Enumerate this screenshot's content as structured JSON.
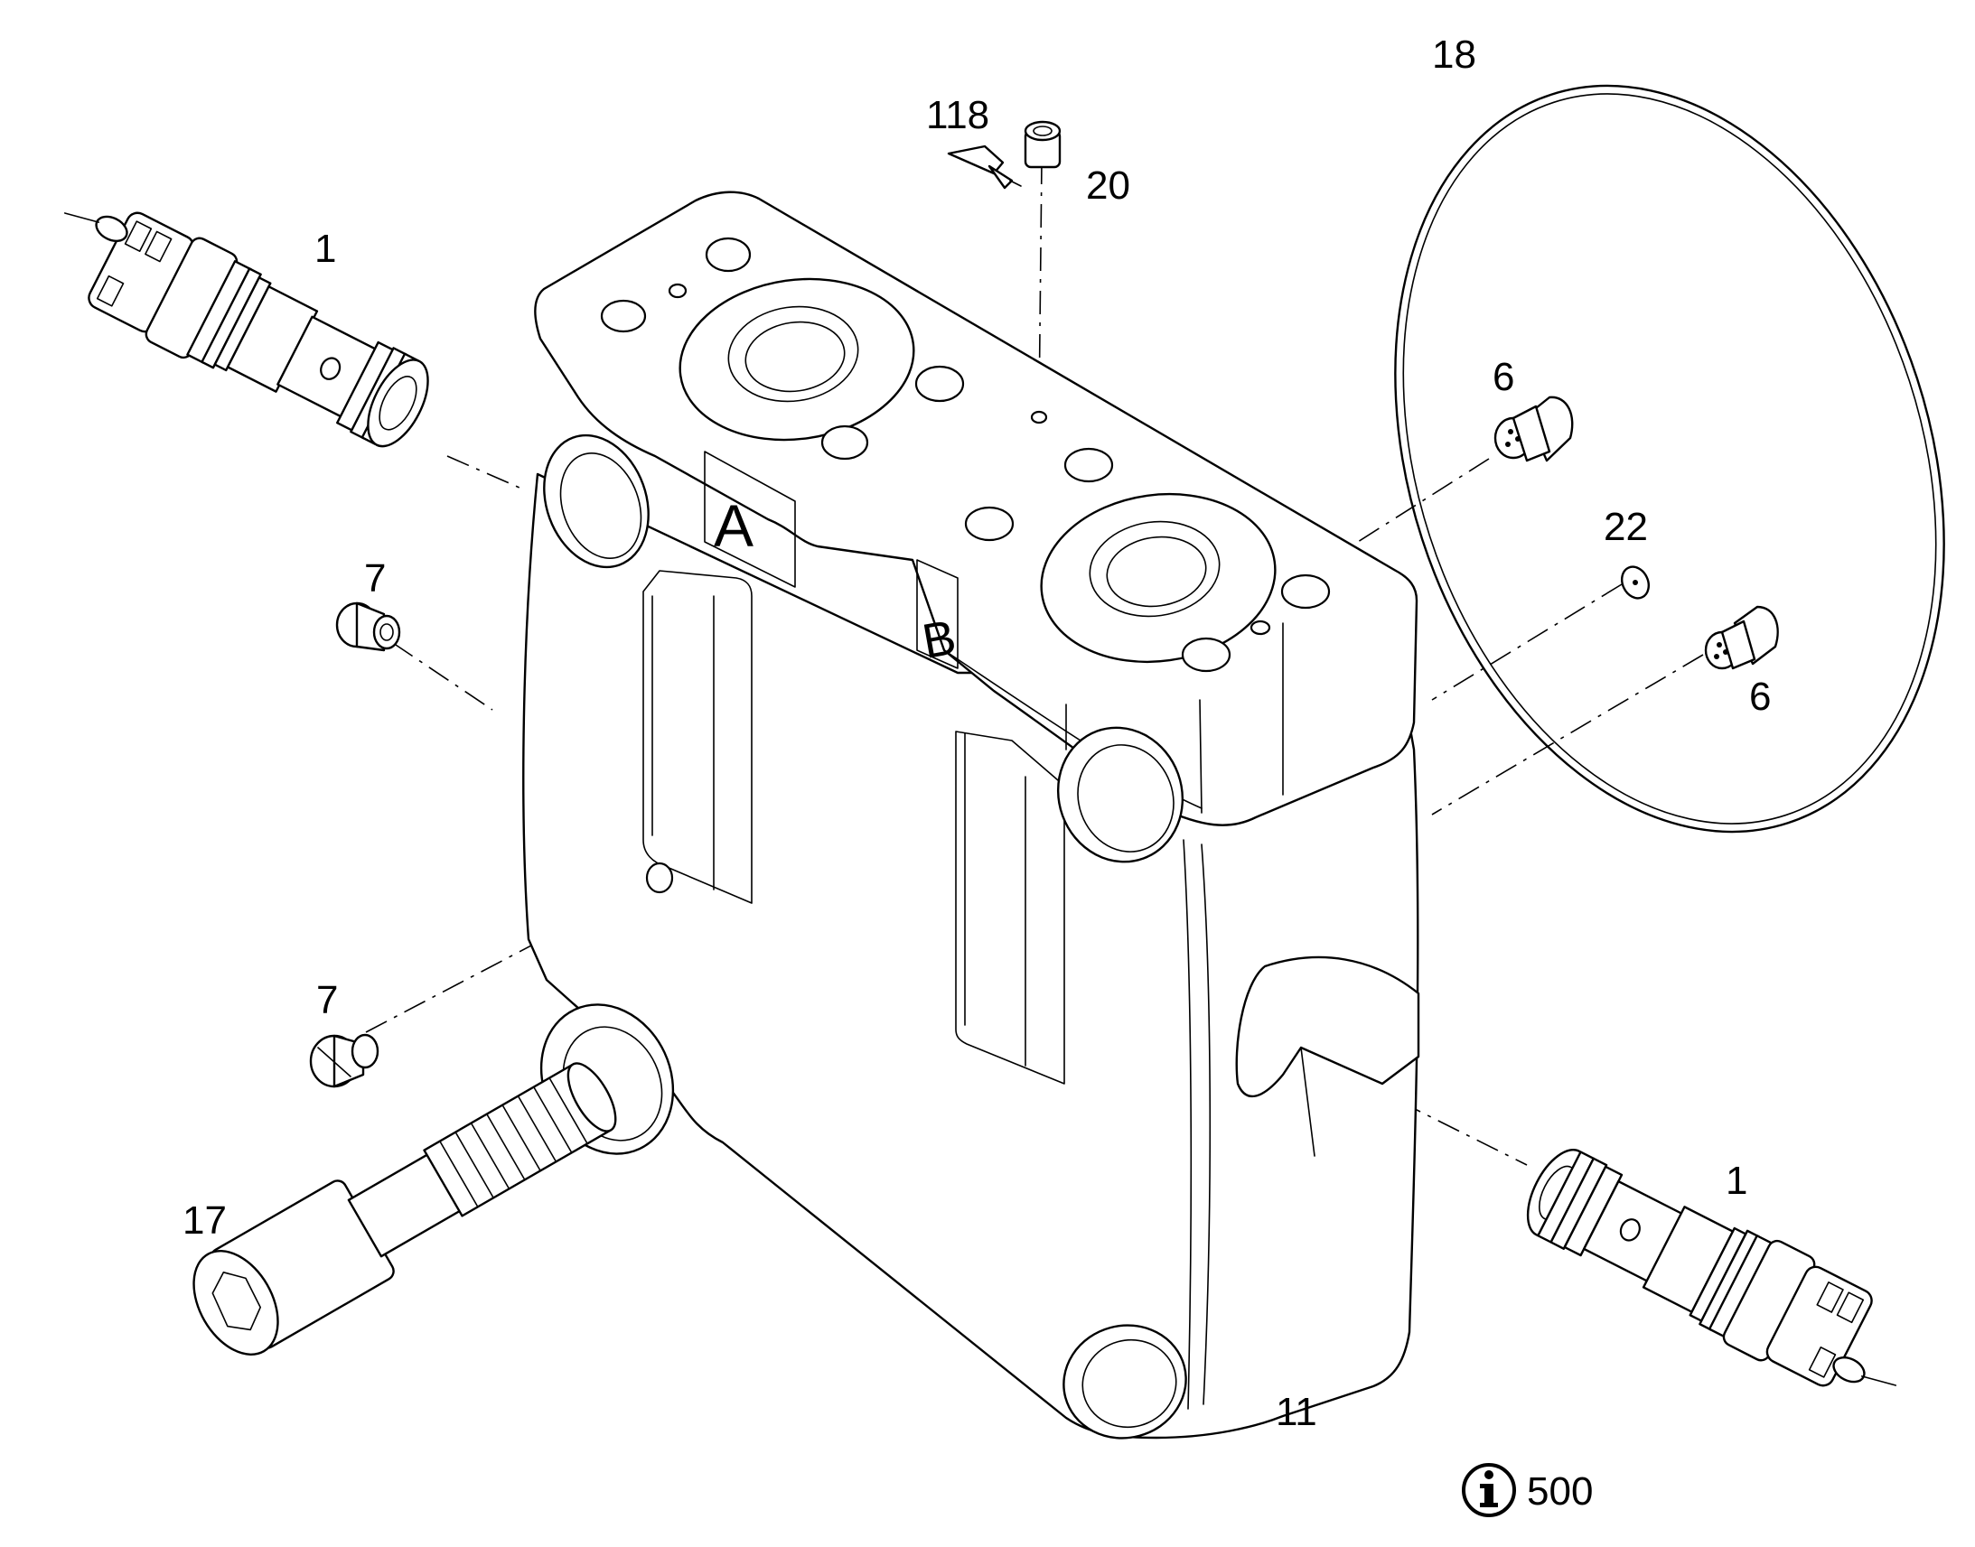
{
  "stamps": {
    "port_a": "A",
    "port_b": "B"
  },
  "callouts": {
    "c18": "18",
    "c118": "118",
    "c20": "20",
    "c1_top": "1",
    "c6_top": "6",
    "c22": "22",
    "c7_top": "7",
    "c6_bottom": "6",
    "c7_bottom": "7",
    "c1_bottom": "1",
    "c17": "17",
    "c11": "11"
  },
  "info_note": {
    "icon": "info-icon",
    "value": "500"
  },
  "colors": {
    "line": "#000000",
    "background": "#ffffff"
  }
}
